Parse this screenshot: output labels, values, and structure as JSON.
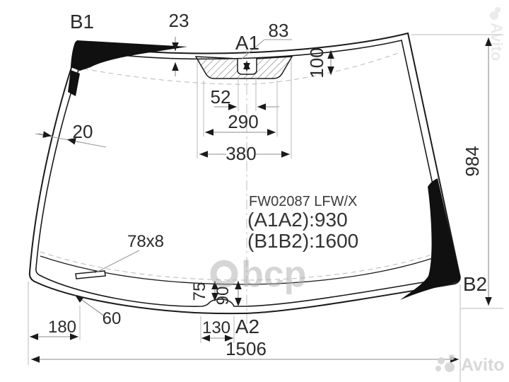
{
  "diagram": {
    "part_code": "FW02087 LFW/X",
    "dim_a1a2": "(A1A2):930",
    "dim_b1b2": "(B1B2):1600",
    "points": {
      "b1": "B1",
      "a1": "A1",
      "a2": "A2",
      "b2": "B2"
    },
    "dims": {
      "top_edge_band": "23",
      "sensor_offset": "83",
      "sensor_depth": "100",
      "notch_width": "52",
      "sensor_inner_width": "290",
      "sensor_width": "380",
      "side_edge_band": "20",
      "glass_height": "984",
      "slot_size": "78x8",
      "slot_offset": "180",
      "slot_bottom_offset": "60",
      "bottom_band_left": "75",
      "bottom_band_center": "90",
      "bump_width": "130",
      "glass_width": "1506"
    },
    "watermarks": {
      "center": "bcp",
      "bottom_right": "Avito",
      "right_edge": "Avito"
    }
  }
}
